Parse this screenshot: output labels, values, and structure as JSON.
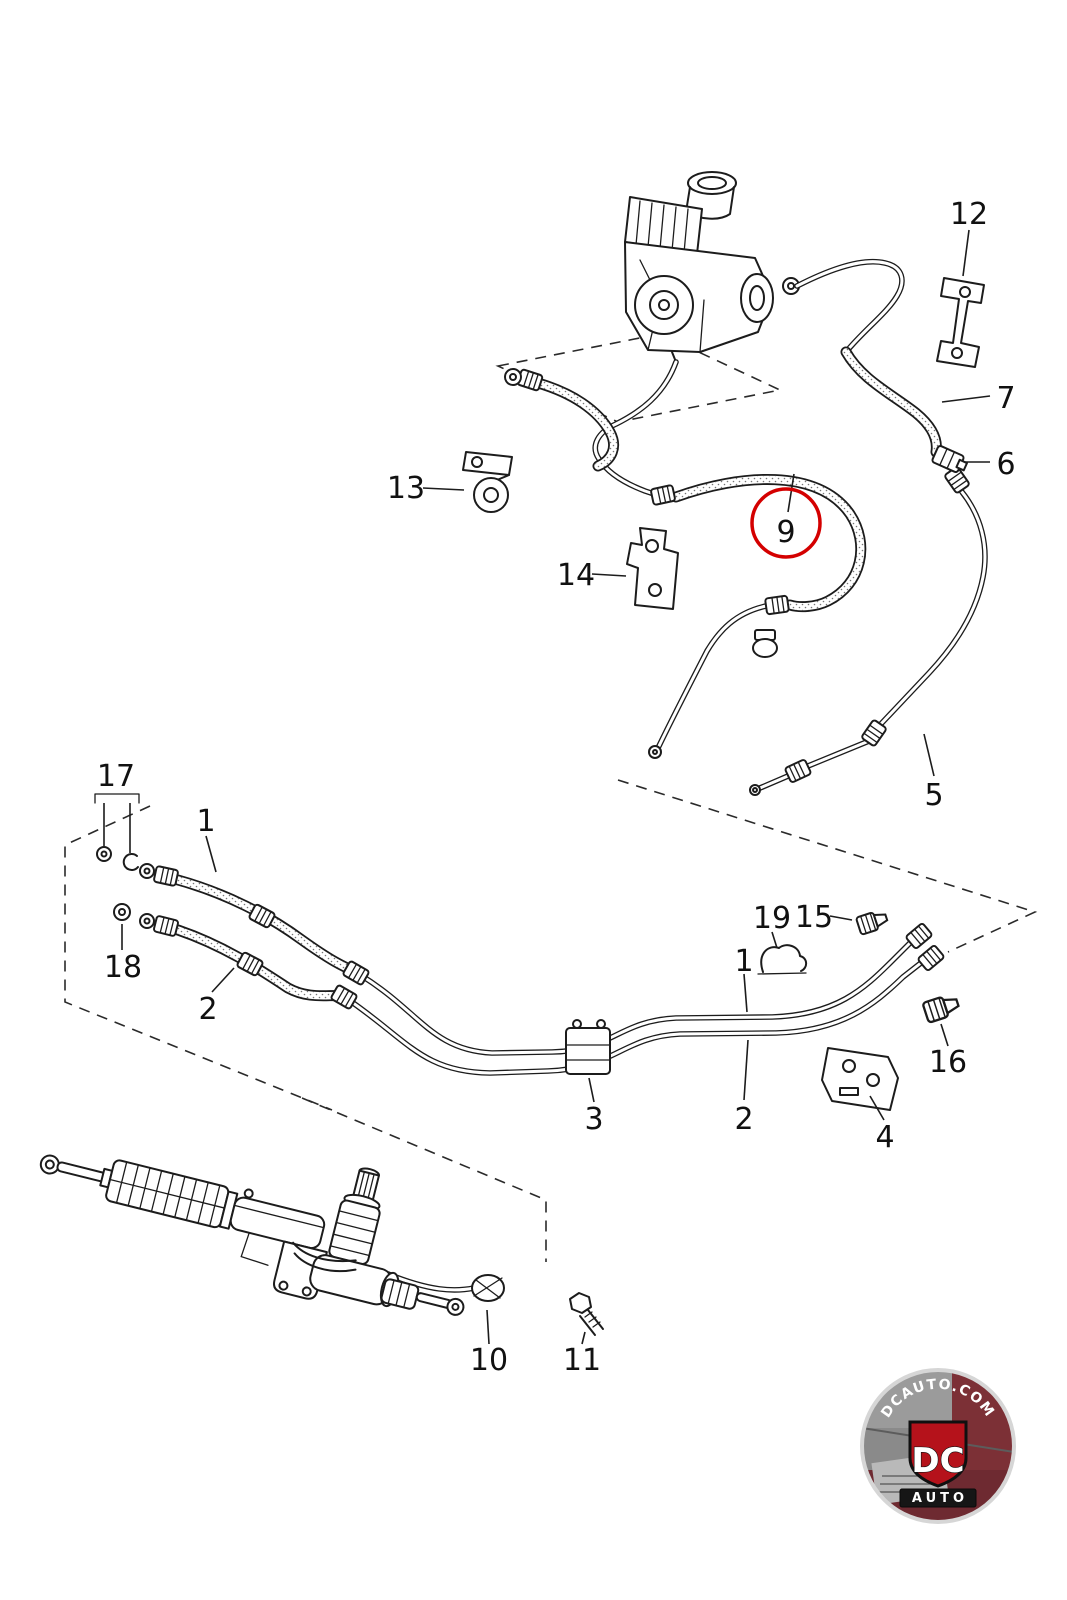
{
  "colors": {
    "line": "#1c1c1c",
    "highlight": "#d40000",
    "logo_red": "#b5121b",
    "logo_dark": "#161616"
  },
  "callouts": [
    {
      "label": "12"
    },
    {
      "label": "7"
    },
    {
      "label": "6"
    },
    {
      "label": "13"
    },
    {
      "label": "9",
      "circled": true
    },
    {
      "label": "14"
    },
    {
      "label": "5"
    },
    {
      "label": "17"
    },
    {
      "label": "1"
    },
    {
      "label": "18"
    },
    {
      "label": "2"
    },
    {
      "label": "19"
    },
    {
      "label": "15"
    },
    {
      "label": "1"
    },
    {
      "label": "16"
    },
    {
      "label": "3"
    },
    {
      "label": "2"
    },
    {
      "label": "4"
    },
    {
      "label": "10"
    },
    {
      "label": "11"
    }
  ],
  "logo": {
    "site": "DCAUTO.COM",
    "brand": "DC",
    "sub": "AUTO"
  }
}
